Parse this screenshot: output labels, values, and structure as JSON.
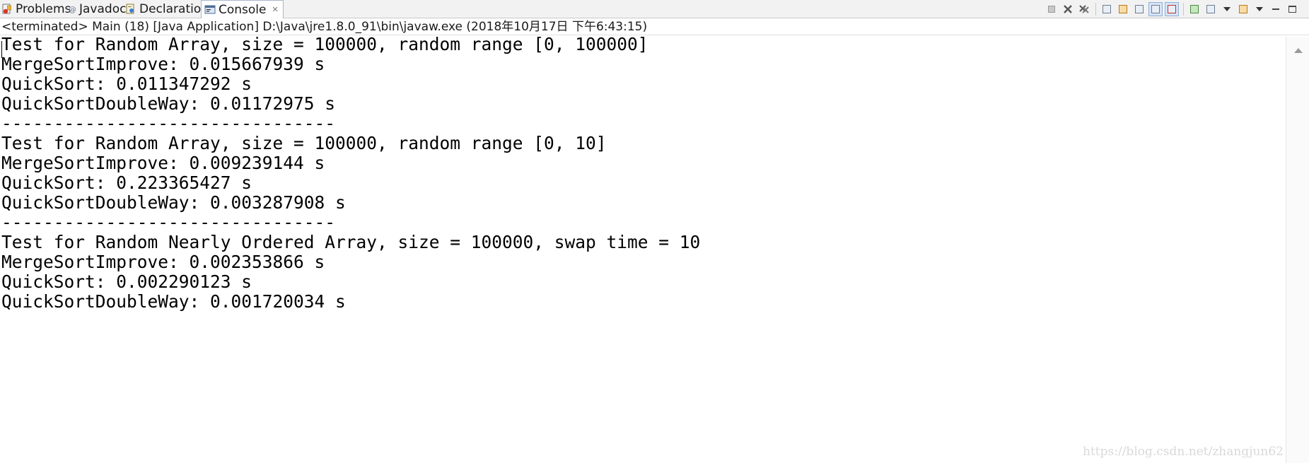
{
  "tabs": [
    {
      "label": "Problems",
      "icon": "problems-icon"
    },
    {
      "label": "Javadoc",
      "icon": "javadoc-icon"
    },
    {
      "label": "Declaration",
      "icon": "declaration-icon"
    },
    {
      "label": "Console",
      "icon": "console-icon",
      "active": true,
      "close": "✕"
    }
  ],
  "toolbar": {
    "icons": [
      "terminate-icon",
      "remove-launch-icon",
      "remove-all-terminated-icon",
      "scroll-lock-icon",
      "word-wrap-icon",
      "pin-console-icon",
      "show-on-output-icon",
      "show-on-error-icon",
      "open-console-icon",
      "display-selected-console-icon",
      "view-menu-icon",
      "minimize-icon",
      "maximize-icon"
    ]
  },
  "status": {
    "text": "<terminated> Main (18) [Java Application] D:\\Java\\jre1.8.0_91\\bin\\javaw.exe (2018年10月17日 下午6:43:15)"
  },
  "console": {
    "lines": [
      "Test for Random Array, size = 100000, random range [0, 100000]",
      "MergeSortImprove: 0.015667939 s",
      "QuickSort: 0.011347292 s",
      "QuickSortDoubleWay: 0.01172975 s",
      "--------------------------------",
      "Test for Random Array, size = 100000, random range [0, 10]",
      "MergeSortImprove: 0.009239144 s",
      "QuickSort: 0.223365427 s",
      "QuickSortDoubleWay: 0.003287908 s",
      "--------------------------------",
      "Test for Random Nearly Ordered Array, size = 100000, swap time = 10",
      "MergeSortImprove: 0.002353866 s",
      "QuickSort: 0.002290123 s",
      "QuickSortDoubleWay: 0.001720034 s"
    ]
  },
  "watermark": "https://blog.csdn.net/zhangjun62",
  "colors": {
    "tabbar_bg": "#f2f2f2",
    "active_tab_border": "#a8b7cc",
    "text": "#000000",
    "watermark": "#d9d9d9"
  }
}
